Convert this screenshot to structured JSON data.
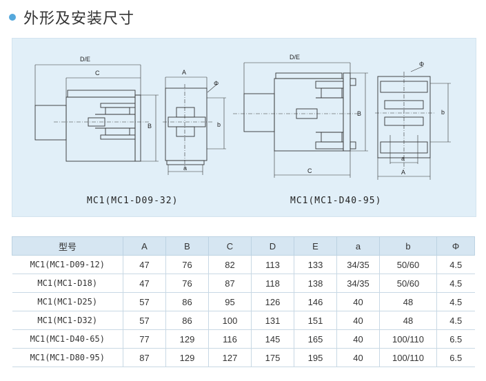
{
  "page": {
    "title": "外形及安装尺寸"
  },
  "drawings": {
    "left_caption": "MC1(MC1-D09-32)",
    "right_caption": "MC1(MC1-D40-95)",
    "left_labels": {
      "de": "D/E",
      "c": "C",
      "b": "B",
      "a_upper": "A",
      "a_lower": "a",
      "b_lower": "b",
      "phi": "Φ"
    },
    "right_labels": {
      "de": "D/E",
      "c": "C",
      "b": "B",
      "a_upper": "A",
      "a_lower": "a",
      "b_lower": "b",
      "phi": "Φ"
    }
  },
  "table": {
    "headers": [
      "型号",
      "A",
      "B",
      "C",
      "D",
      "E",
      "a",
      "b",
      "Φ"
    ],
    "rows": [
      [
        "MC1(MC1-D09-12)",
        "47",
        "76",
        "82",
        "113",
        "133",
        "34/35",
        "50/60",
        "4.5"
      ],
      [
        "MC1(MC1-D18)",
        "47",
        "76",
        "87",
        "118",
        "138",
        "34/35",
        "50/60",
        "4.5"
      ],
      [
        "MC1(MC1-D25)",
        "57",
        "86",
        "95",
        "126",
        "146",
        "40",
        "48",
        "4.5"
      ],
      [
        "MC1(MC1-D32)",
        "57",
        "86",
        "100",
        "131",
        "151",
        "40",
        "48",
        "4.5"
      ],
      [
        "MC1(MC1-D40-65)",
        "77",
        "129",
        "116",
        "145",
        "165",
        "40",
        "100/110",
        "6.5"
      ],
      [
        "MC1(MC1-D80-95)",
        "87",
        "129",
        "127",
        "175",
        "195",
        "40",
        "100/110",
        "6.5"
      ]
    ]
  }
}
